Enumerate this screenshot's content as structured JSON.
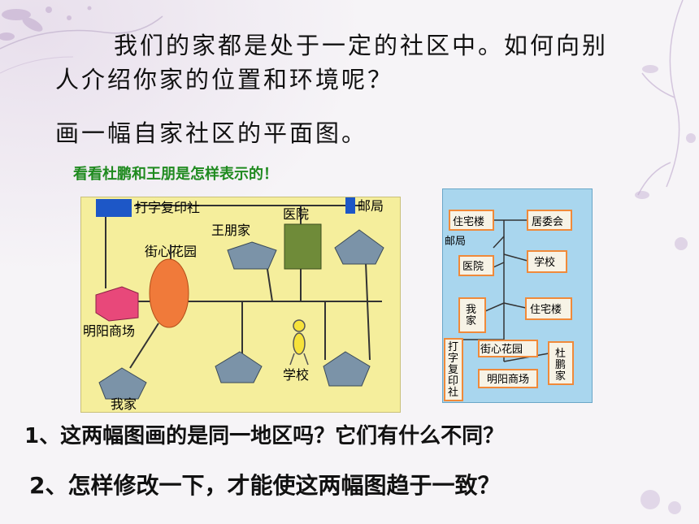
{
  "text": {
    "line1": "我们的家都是处于一定的社区中。如何向别",
    "line2": "人介绍你家的位置和环境呢？",
    "line3": "画一幅自家社区的平面图。",
    "hint": "看看杜鹏和王朋是怎样表示的！",
    "question1": "1、这两幅图画的是同一地区吗？它们有什么不同？",
    "question2": "2、怎样修改一下，才能使这两幅图趋于一致？"
  },
  "map_left": {
    "print_shop": "打字复印社",
    "post_office": "邮局",
    "wang_home": "王朋家",
    "hospital": "医院",
    "garden": "街心花园",
    "mall": "明阳商场",
    "school": "学校",
    "my_home": "我家"
  },
  "map_right": {
    "residential_1": "住宅楼",
    "committee": "居委会",
    "post_office": "邮局",
    "hospital": "医院",
    "school": "学校",
    "my_home": "我家",
    "residential_2": "住宅楼",
    "garden": "街心花园",
    "du_home": "杜鹏家",
    "print_shop": "打字复印社",
    "mall": "明阳商场"
  },
  "colors": {
    "hint": "#1f8a1f",
    "map_left_bg": "#f5ee9c",
    "map_right_bg": "#a9d6ee",
    "house": "#7b93a8",
    "hospital": "#6f8b39",
    "garden": "#f07a3a",
    "mall": "#e8487a",
    "print_shop": "#1d57c7",
    "box_border": "#f08a3a"
  }
}
